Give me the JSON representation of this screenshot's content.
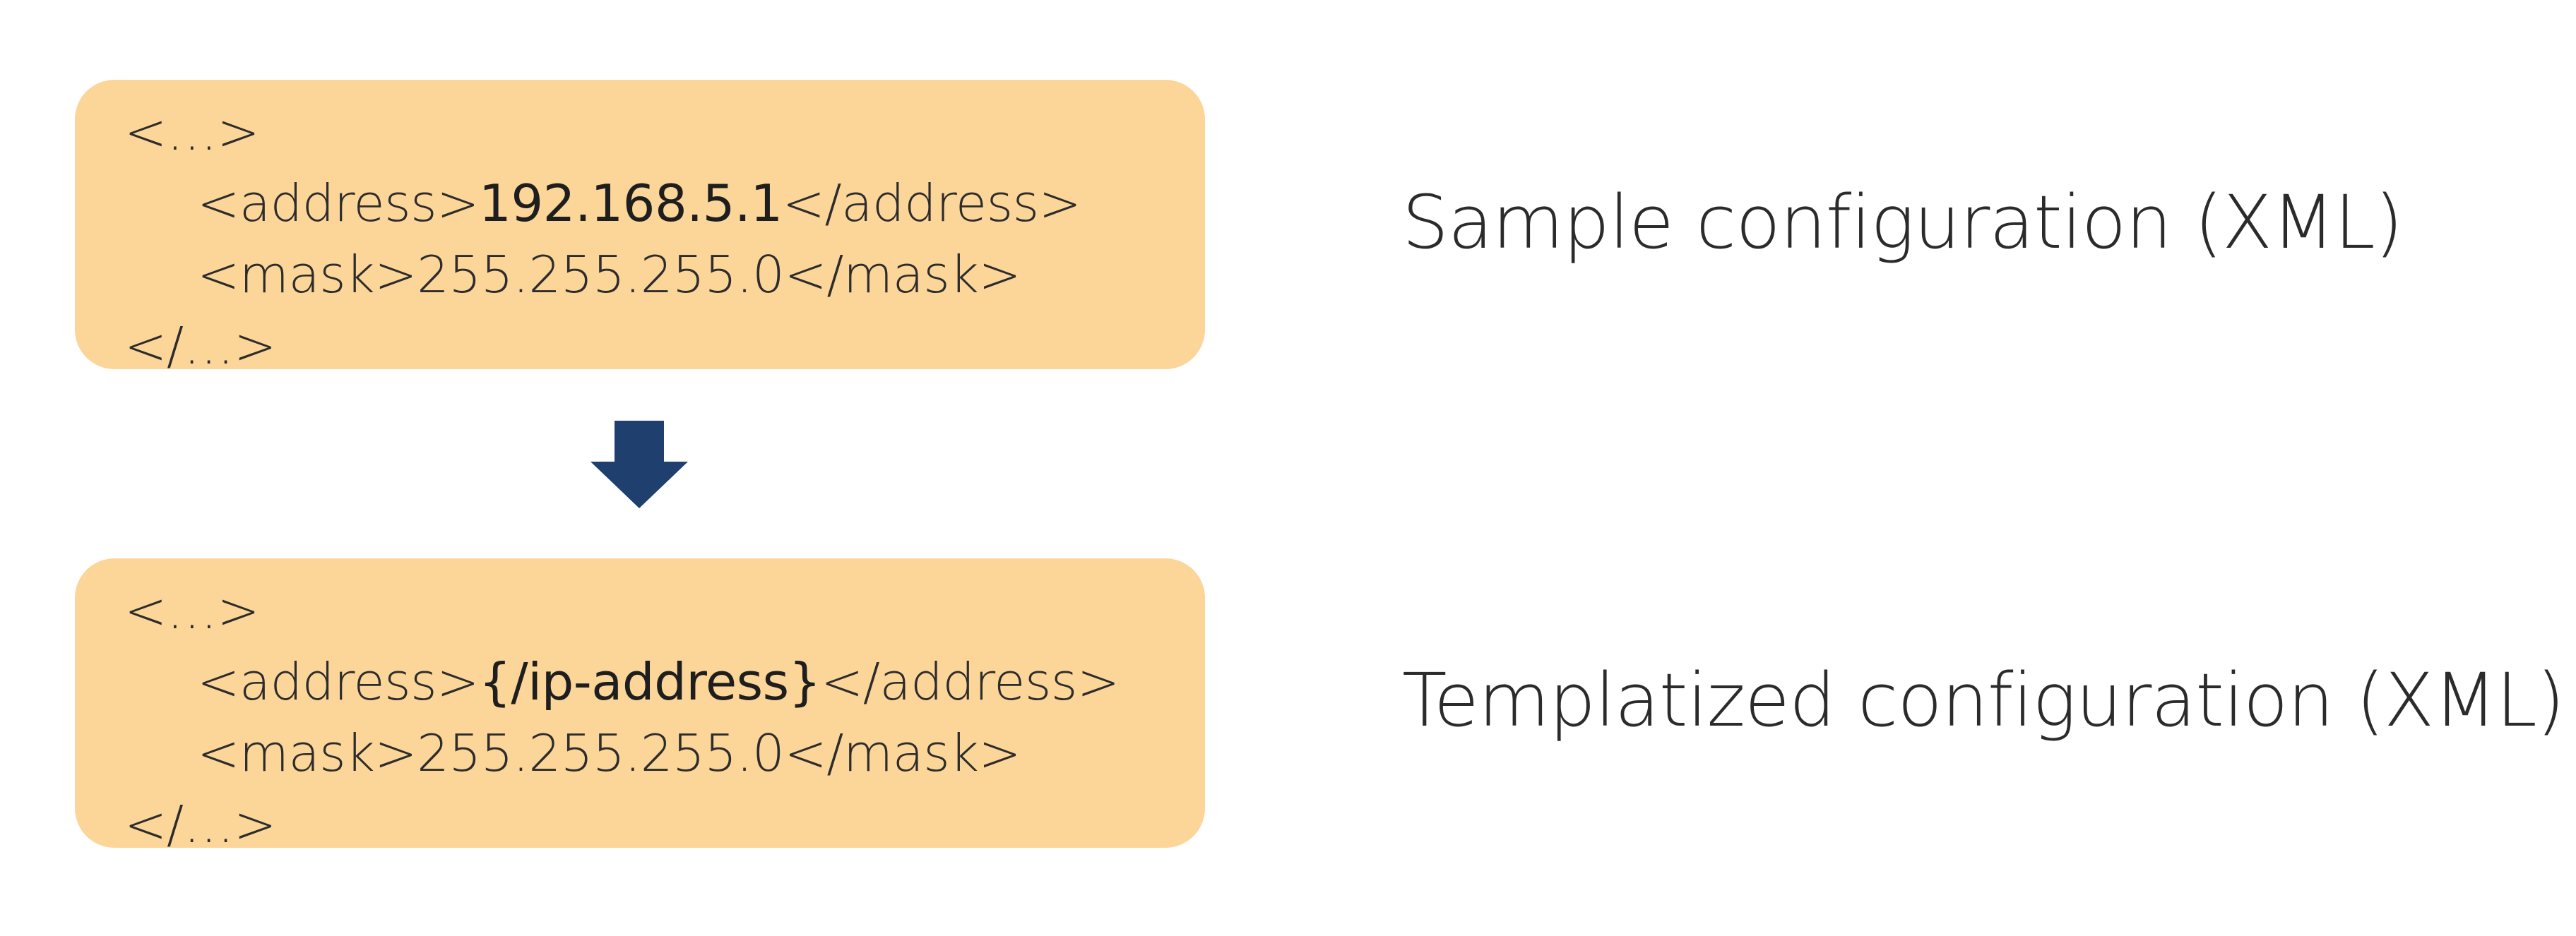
{
  "sample_block": {
    "lines": {
      "open": "<…>",
      "address_open": "<address>",
      "address_value": "192.168.5.1",
      "address_close": "</address>",
      "mask": "<mask>255.255.255.0</mask>",
      "close": "</…>"
    },
    "caption": "Sample configuration (XML)"
  },
  "template_block": {
    "lines": {
      "open": "<…>",
      "address_open": "<address>",
      "address_value": "{/ip-address}",
      "address_close": "</address>",
      "mask": "<mask>255.255.255.0</mask>",
      "close": "</…>"
    },
    "caption": "Templatized configuration (XML)"
  },
  "colors": {
    "box_fill": "#fcd599",
    "arrow": "#1f3f6e",
    "text": "#2b2b2b"
  },
  "icons": {
    "arrow": "down-arrow-icon"
  }
}
